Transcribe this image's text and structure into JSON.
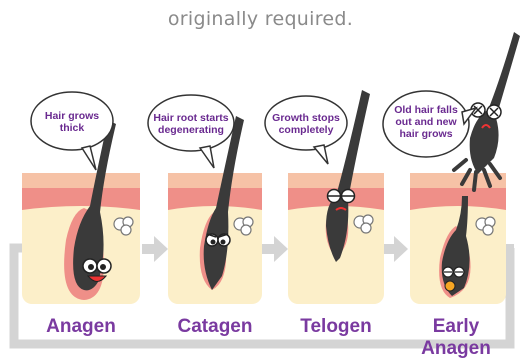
{
  "top_text": "originally required.",
  "stages": [
    {
      "label": "Anagen",
      "bubble": "Hair grows\nthick"
    },
    {
      "label": "Catagen",
      "bubble": "Hair root starts\ndegenerating"
    },
    {
      "label": "Telogen",
      "bubble": "Growth stops\ncompletely"
    },
    {
      "label": "Early Anagen",
      "bubble": "Old hair falls\nout and new\nhair grows"
    }
  ],
  "colors": {
    "label": "#7a3aa0",
    "skin_top": "#f6c2a6",
    "skin_pink": "#ef8f88",
    "skin_base": "#fcefc9",
    "hair": "#3a3a3a",
    "arrow": "#d0d0d0"
  }
}
